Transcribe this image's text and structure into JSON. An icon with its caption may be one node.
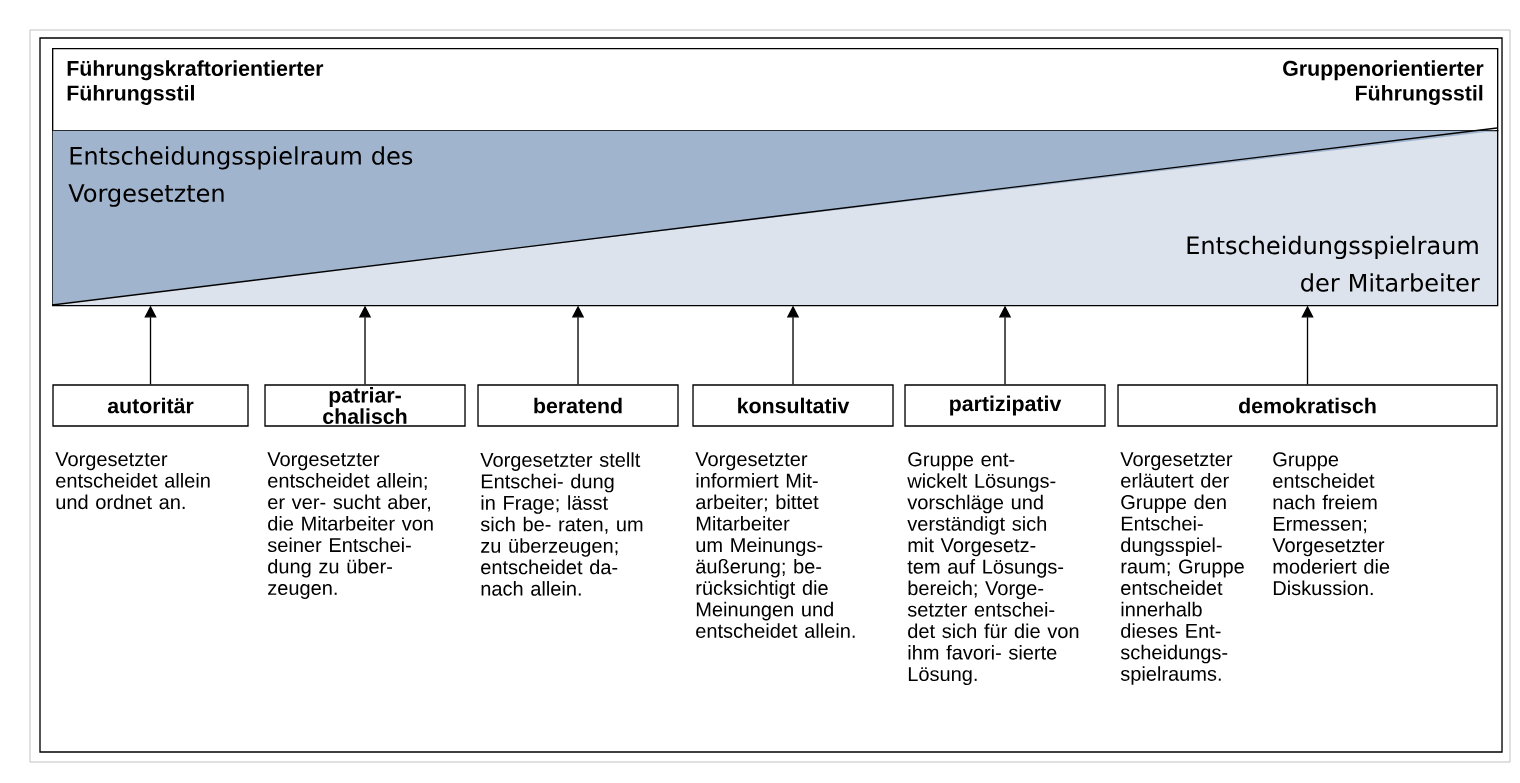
{
  "diagram": {
    "nodes": [
      {
        "text": [
          "Führungskraftorientierter Führungsstil",
          "Gruppenorientierter Führungsstil"
        ]
      },
      {
        "text": [
          "Entscheidungsspielraum des Vorgesetzten",
          "Entscheidungsspielraum der Mitarbeiter"
        ]
      },
      {
        "text": [
          "autoritär"
        ],
        "beside": [
          "Vorgesetzter entscheidet allein und ordnet an."
        ]
      },
      {
        "text": [
          "patriar- chalisch"
        ],
        "beside": [
          "Vorgesetzter entscheidet allein; er ver- sucht aber, die Mitarbeiter von seiner Entschei- dung zu über- zeugen."
        ]
      },
      {
        "text": [
          "beratend"
        ],
        "beside": [
          "Vorgesetzter stellt Entschei- dung in Frage; lässt sich be- raten, um zu überzeugen; entscheidet da- nach allein."
        ]
      },
      {
        "text": [
          "konsultativ"
        ],
        "beside": [
          "Vorgesetzter informiert Mit- arbeiter; bittet Mitarbeiter um Meinungs- äußerung; be- rücksichtigt die Meinungen und entscheidet allein."
        ]
      },
      {
        "text": [
          "partizipativ"
        ],
        "beside": [
          "Gruppe ent- wickelt Lösungs- vorschläge und verständigt sich mit Vorgesetz- tem auf Lösungs- bereich; Vorge- setzter entschei- det sich für die von ihm favori- sierte Lösung."
        ]
      },
      {
        "text": [
          "demokratisch"
        ],
        "beside": [
          "Vorgesetzter erläutert der Gruppe den Entschei- dungsspiel- raum; Gruppe entscheidet innerhalb dieses Ent- scheidungs- spielraums.",
          "Gruppe entscheidet nach freiem Ermessen; Vorgesetzter moderiert die Diskussion."
        ]
      }
    ],
    "edges": [
      {
        "from": 2,
        "to": 1,
        "arrow": "to"
      },
      {
        "from": 3,
        "to": 1,
        "arrow": "to"
      },
      {
        "from": 4,
        "to": 1,
        "arrow": "to"
      },
      {
        "from": 5,
        "to": 1,
        "arrow": "to"
      },
      {
        "from": 6,
        "to": 1,
        "arrow": "to"
      },
      {
        "from": 7,
        "to": 1,
        "arrow": "to"
      }
    ]
  }
}
